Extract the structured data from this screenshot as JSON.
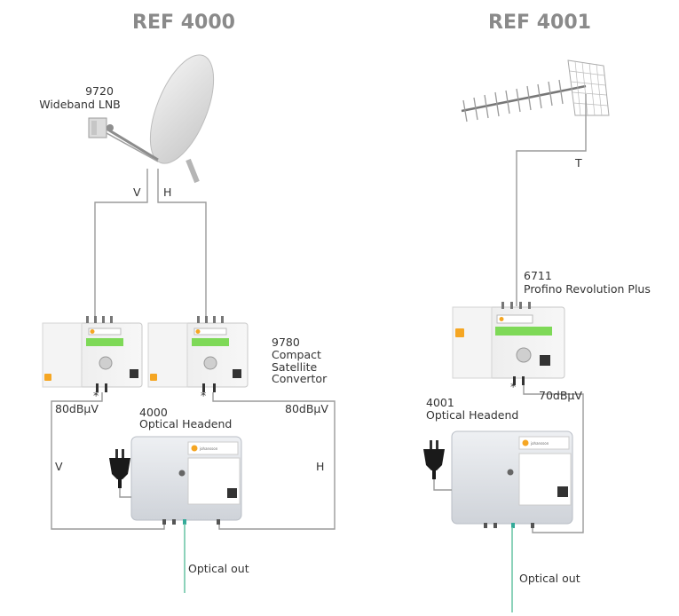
{
  "left": {
    "title": "REF 4000",
    "lnb": {
      "model": "9720",
      "name": "Wideband LNB"
    },
    "signals": {
      "v": "V",
      "h": "H"
    },
    "convertor": {
      "model": "9780",
      "name_line1": "Compact",
      "name_line2": "Satellite",
      "name_line3": "Convertor"
    },
    "level_left": "80dBμV",
    "level_right": "80dBμV",
    "headend": {
      "model": "4000",
      "name": "Optical Headend"
    },
    "side_v": "V",
    "side_h": "H",
    "optical_out": "Optical out",
    "star": "*"
  },
  "right": {
    "title": "REF 4001",
    "antenna_signal": "T",
    "amplifier": {
      "model": "6711",
      "name": "Profino Revolution Plus"
    },
    "level": "70dBμV",
    "headend": {
      "model": "4001",
      "name": "Optical Headend"
    },
    "optical_out": "Optical out",
    "star": "*"
  },
  "brand": "johansson",
  "colors": {
    "wire": "#9a9a9a",
    "fiber": "#6fc7a9",
    "device": "#e6e8ec",
    "title": "#8a8a8a"
  }
}
